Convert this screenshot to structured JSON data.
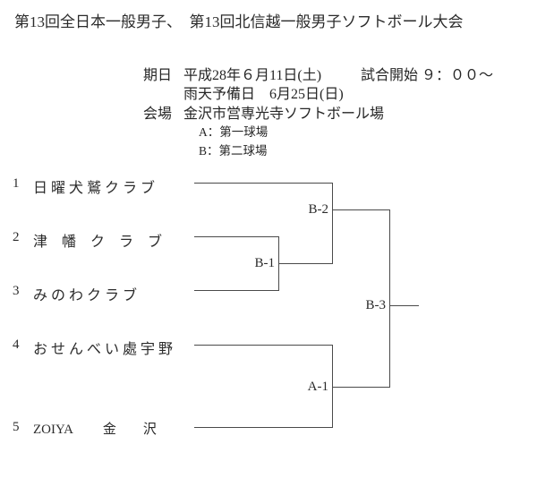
{
  "title": "第13回全日本一般男子、　第13回北信越一般男子ソフトボール大会",
  "info": {
    "date_label": "期日",
    "date_value": "平成28年６月11日(土)",
    "start_value": "試合開始 ９：００〜",
    "rain_value": "雨天予備日　6月25日(日)",
    "venue_label": "会場",
    "venue_value": "金沢市営専光寺ソフトボール場",
    "field_a": "A：第一球場",
    "field_b": "B：第二球場"
  },
  "bracket": {
    "teams": [
      {
        "seed": "1",
        "name": "日 曜 犬 鷲 ク ラ ブ"
      },
      {
        "seed": "2",
        "name": "津　幡　ク　ラ　ブ"
      },
      {
        "seed": "3",
        "name": "み の わ ク ラ ブ"
      },
      {
        "seed": "4",
        "name": "お せ ん べ い 處 宇 野"
      },
      {
        "seed": "5",
        "name": "ZOIYA 　　金　　沢"
      }
    ],
    "matches": [
      {
        "id": "B-1",
        "label": "B-1"
      },
      {
        "id": "B-2",
        "label": "B-2"
      },
      {
        "id": "B-3",
        "label": "B-3"
      },
      {
        "id": "A-1",
        "label": "A-1"
      }
    ],
    "line_color": "#4a4a4a"
  }
}
